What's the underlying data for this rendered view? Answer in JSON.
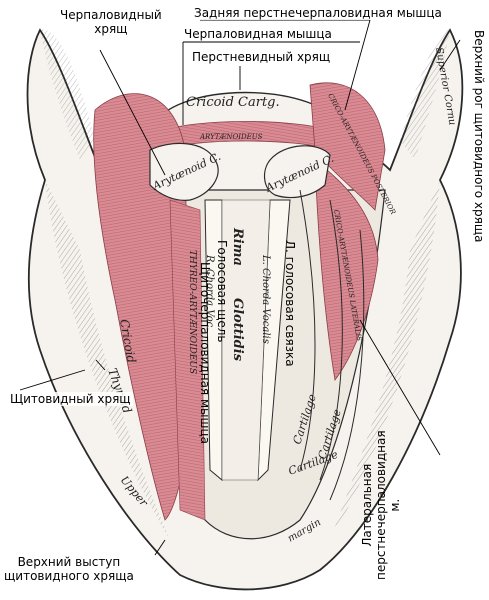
{
  "labels": {
    "arytenoid_cartilage": "Черпаловидный\nхрящ",
    "posterior_cricoarytenoid": "Задняя перстнечерпаловидная мышца",
    "arytenoid_muscle": "Черпаловидная мышца",
    "cricoid_cartilage": "Перстневидный хрящ",
    "superior_horn": "Верхний рог щитовидного хряща",
    "thyroarytenoid_muscle": "Щиточерпаловидная мышца",
    "rima_glottidis": "Голосовая щель",
    "vocal_cord_left": "Л. голосовая связка",
    "thyroid_cartilage": "Щитовидный хрящ",
    "lateral_cricoarytenoid": "Латеральная\nперстнечерпаловидная м.",
    "superior_prominence": "Верхний выступ\nщитовидного хряща"
  },
  "plate_text": {
    "cricoid_cart": "Cricoid Cartg.",
    "arytaenoideus": "ARYTÆNOIDEUS",
    "arytenoid_left": "Arytænoid C.",
    "arytenoid_right": "Arytænoid C.",
    "crico_arytenoideus_posterior": "CRICO-ARYTÆNOIDEUS POSTERIOR",
    "crico_arytenoideus_lateralis": "CRICO-ARYTÆNOIDEUS LATERALIS",
    "thyreo_arytaenoideus": "THYREO-ARYTÆNOIDEUS",
    "rima": "Rima",
    "glottidis": "Glottidis",
    "r_chorda": "R. Chorda Voc.",
    "l_chorda": "L. Chorda Vocalis",
    "cricoid": "Cricoid",
    "thyroid": "Thyroid",
    "cartilage_1": "Cartilage",
    "cartilage_2": "Cartilage",
    "cartilage_3": "Cartilage",
    "upper": "Upper",
    "margin": "margin",
    "superior_cornu": "Superior Cornu"
  },
  "colors": {
    "muscle": "#d98a92",
    "muscle_dark": "#b5616c",
    "cartilage": "#f6f3ee",
    "line": "#2a2a2a"
  }
}
